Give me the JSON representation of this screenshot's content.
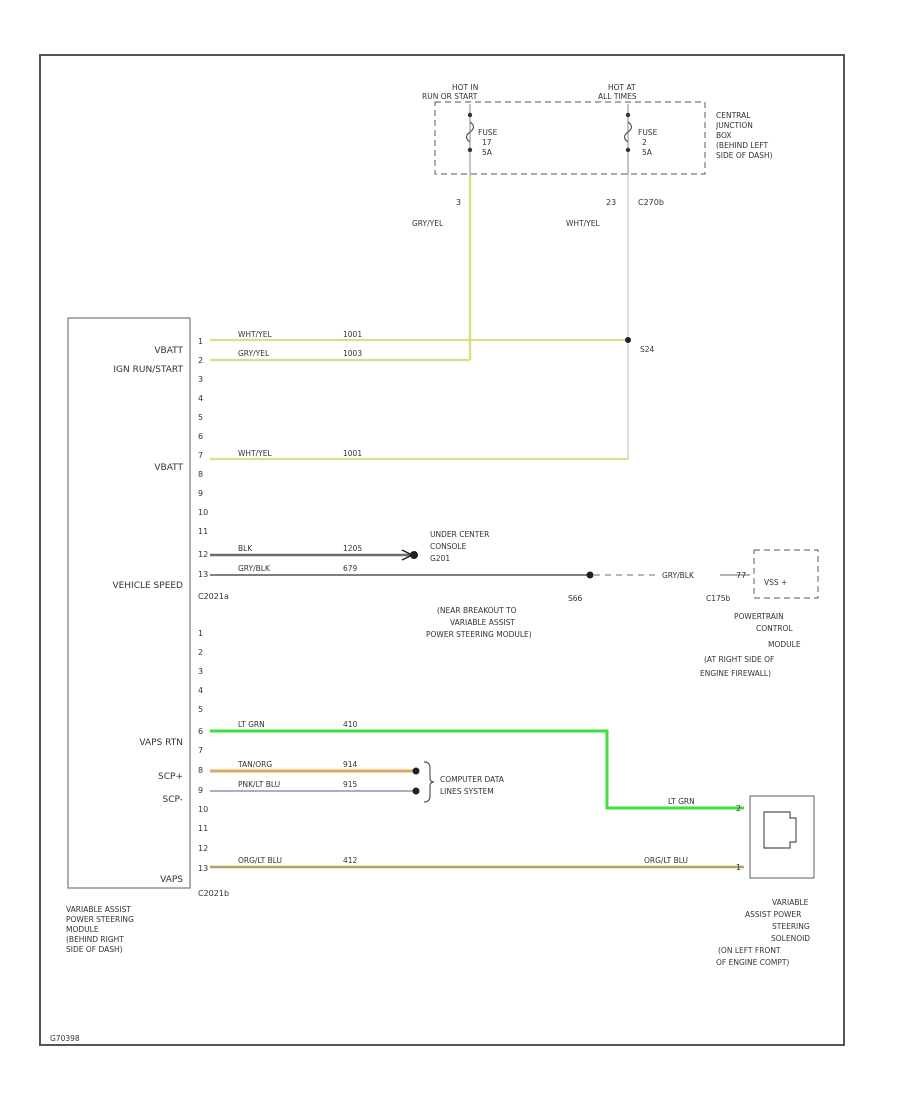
{
  "central_junction_box": {
    "hot_run": "HOT IN",
    "hot_run_sub": "RUN OR START",
    "hot_all": "HOT AT",
    "hot_all_sub": "ALL TIMES",
    "fuse_left": {
      "label": "FUSE",
      "num": "17",
      "amp": "5A"
    },
    "fuse_right": {
      "label": "FUSE",
      "num": "2",
      "amp": "5A"
    },
    "pin_left": "3",
    "pin_right": "23",
    "connector": "C270b",
    "desc": [
      "CENTRAL",
      "JUNCTION",
      "BOX",
      "(BEHIND LEFT",
      "SIDE OF DASH)"
    ]
  },
  "wires": {
    "left_color": "GRY/YEL",
    "right_color": "WHT/YEL",
    "top_wht": {
      "color": "WHT/YEL",
      "circuit": "1001"
    },
    "top_gry": {
      "color": "GRY/YEL",
      "circuit": "1003"
    },
    "vbatt2": {
      "color": "WHT/YEL",
      "circuit": "1001"
    },
    "blk": {
      "color": "BLK",
      "circuit": "1205"
    },
    "spd": {
      "color": "GRY/BLK",
      "circuit": "679"
    },
    "spd_pcm": "GRY/BLK",
    "lt_grn": {
      "color": "LT GRN",
      "circuit": "410"
    },
    "lt_grn_end": "LT GRN",
    "tan_org": {
      "color": "TAN/ORG",
      "circuit": "914"
    },
    "pnk_blu": {
      "color": "PNK/LT BLU",
      "circuit": "915"
    },
    "org_blu": {
      "color": "ORG/LT BLU",
      "circuit": "412"
    },
    "org_blu_end": "ORG/LT BLU"
  },
  "splices": {
    "s_upper": "S24",
    "s_lower": "S66"
  },
  "module": {
    "pins_labels": {
      "vbatt": "VBATT",
      "ign": "IGN RUN/START",
      "vbatt2": "VBATT",
      "vehicle_speed": "VEHICLE SPEED",
      "vaps_rtn": "VAPS RTN",
      "scp_plus": "SCP+",
      "scp_minus": "SCP-",
      "vaps": "VAPS"
    },
    "pins_upper": [
      "1",
      "2",
      "3",
      "4",
      "5",
      "6",
      "7",
      "8",
      "9",
      "10",
      "11",
      "12",
      "13"
    ],
    "connector_a": "C2021a",
    "pins_lower": [
      "1",
      "2",
      "3",
      "4",
      "5",
      "6",
      "7",
      "8",
      "9",
      "10",
      "11",
      "12",
      "13"
    ],
    "connector_b": "C2021b",
    "desc": [
      "VARIABLE ASSIST",
      "POWER STEERING",
      "MODULE",
      "(BEHIND RIGHT",
      "SIDE OF DASH)"
    ]
  },
  "ground": {
    "desc": [
      "UNDER CENTER",
      "CONSOLE",
      "G201"
    ]
  },
  "s66_desc": [
    "(NEAR BREAKOUT TO",
    "VARIABLE ASSIST",
    "POWER STEERING MODULE)"
  ],
  "pcm": {
    "pin": "77",
    "inner": "VSS +",
    "connector": "C175b",
    "desc": [
      "POWERTRAIN",
      "CONTROL",
      "MODULE",
      "(AT RIGHT SIDE OF",
      "ENGINE FIREWALL)"
    ]
  },
  "computer_data": [
    "COMPUTER DATA",
    "LINES SYSTEM"
  ],
  "solenoid": {
    "pin_top": "2",
    "pin_bottom": "1",
    "desc": [
      "VARIABLE",
      "ASSIST POWER",
      "STEERING",
      "SOLENOID",
      "(ON LEFT FRONT",
      "OF ENGINE COMPT)"
    ]
  },
  "diagram_id": "G70398",
  "colors": {
    "wire_yellow": "#dede8a",
    "wire_white": "#c8c8c8",
    "wire_gray": "#6e6e6e",
    "wire_green": "#3ee03e",
    "wire_orange": "#d9a54a",
    "wire_tan": "#b8a25a",
    "wire_pink_blue": "#a9aec4"
  }
}
